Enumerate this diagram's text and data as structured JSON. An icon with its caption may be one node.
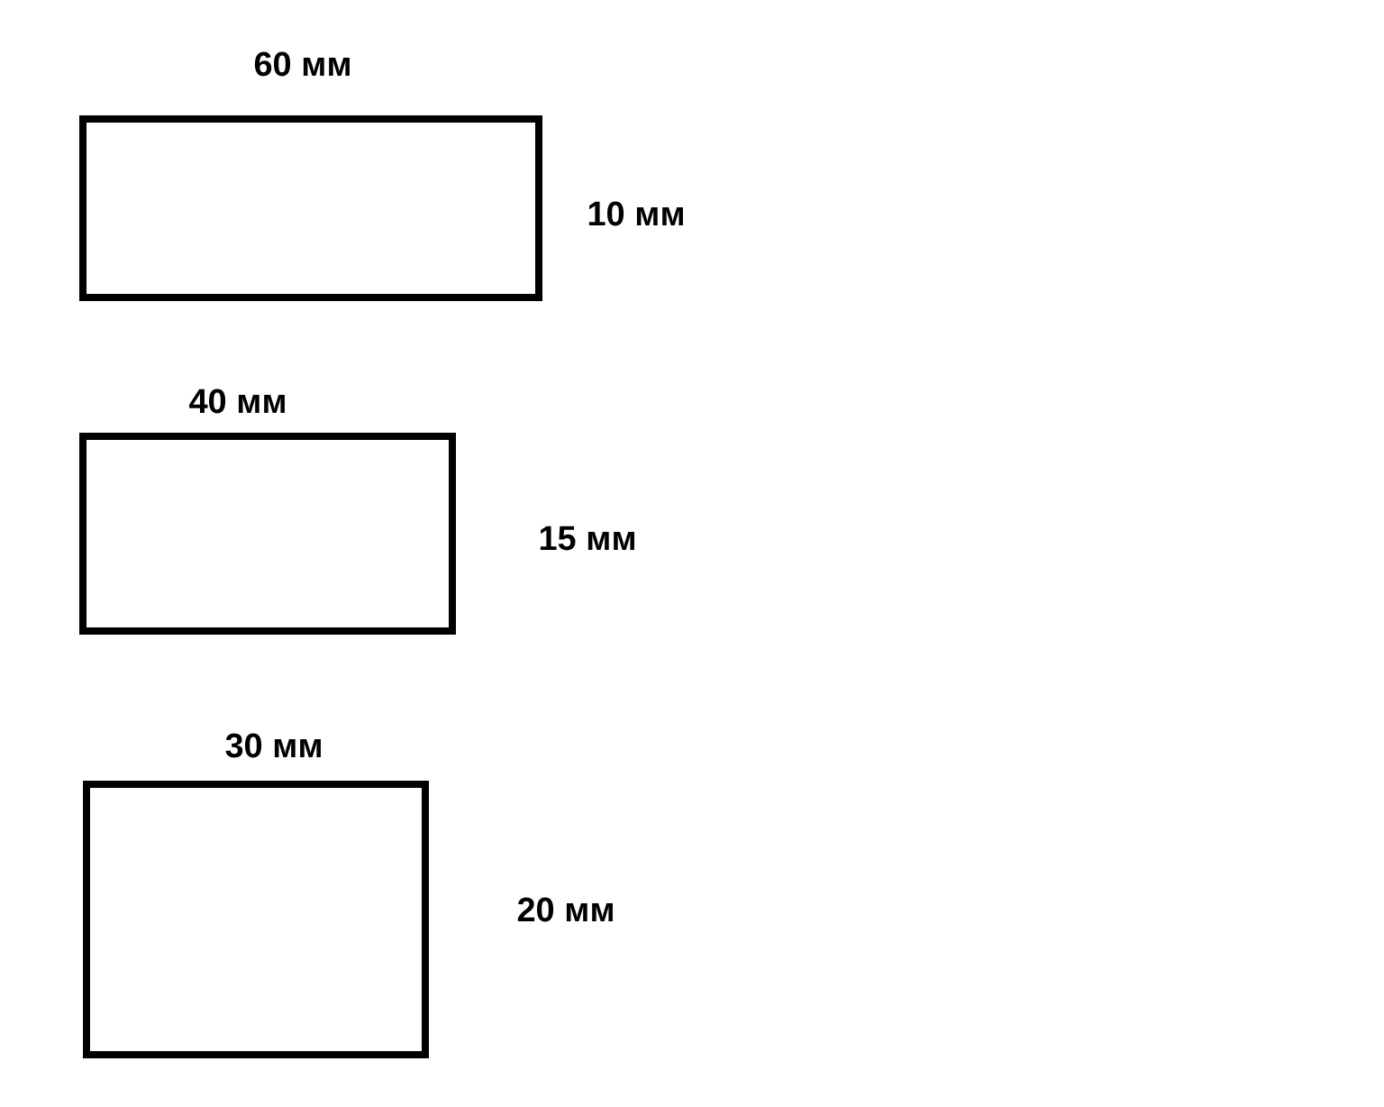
{
  "diagram": {
    "nodes": [
      {
        "text": [],
        "shape": "box",
        "beside": [
          "60 мм",
          "10 мм"
        ]
      },
      {
        "text": [],
        "shape": "box",
        "beside": [
          "40 мм",
          "15 мм"
        ]
      },
      {
        "text": [],
        "shape": "box",
        "beside": [
          "30 мм",
          "20 мм"
        ]
      }
    ]
  }
}
